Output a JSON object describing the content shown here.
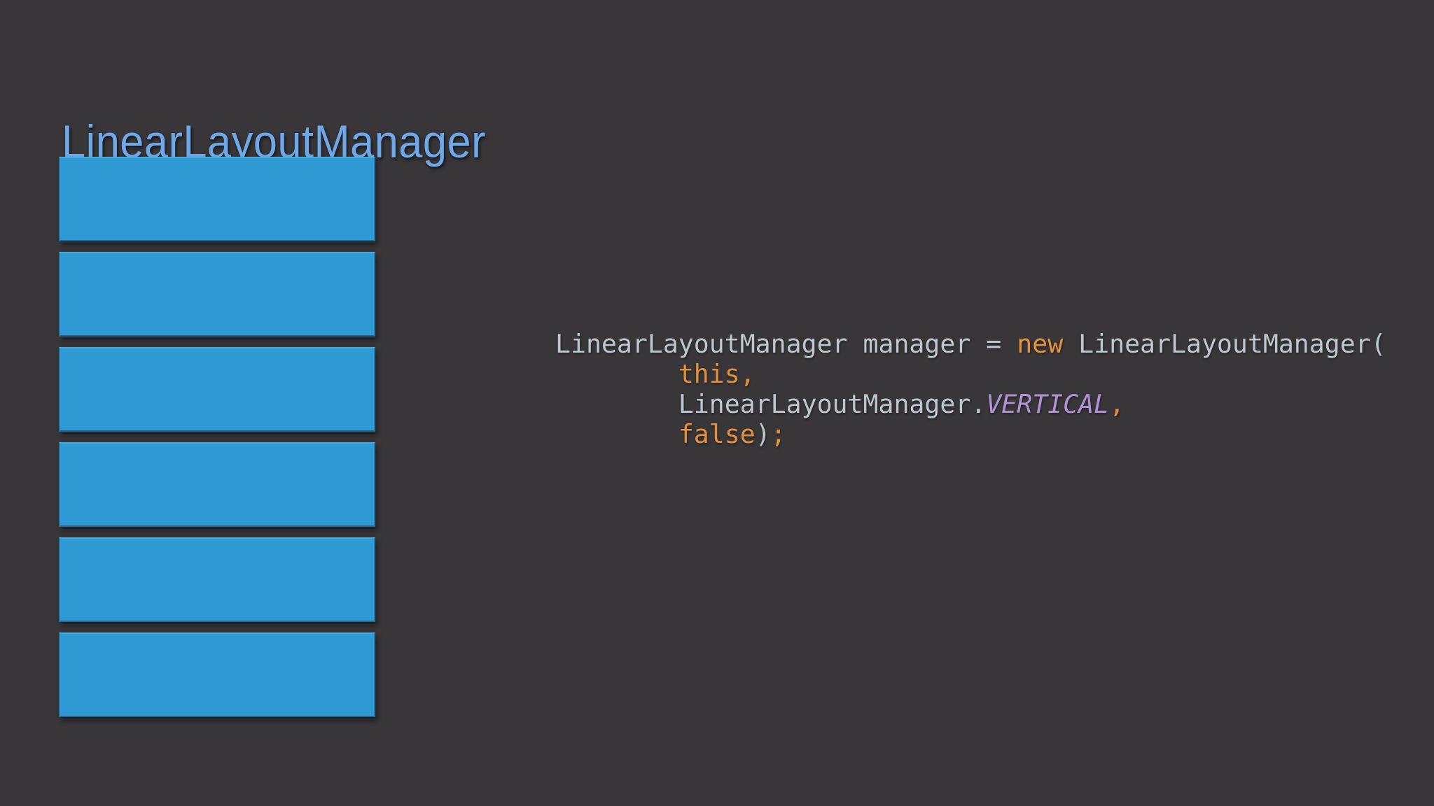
{
  "slide": {
    "title": "LinearLayoutManager",
    "colors": {
      "background": "#383638",
      "title_text": "#6FA8E8",
      "list_item_fill": "#2E99D3",
      "list_item_border": "#2479A9",
      "code_plain": "#BDC7CE",
      "code_keyword_orange": "#E2913E",
      "code_constant_purple": "#B193D5"
    },
    "list": {
      "orientation": "vertical",
      "item_count": 6
    },
    "code": {
      "language": "java",
      "lines": [
        {
          "segments": [
            {
              "text": "LinearLayoutManager manager = ",
              "type": "plain"
            },
            {
              "text": "new",
              "type": "keyword"
            },
            {
              "text": " LinearLayoutManager(",
              "type": "plain"
            }
          ]
        },
        {
          "segments": [
            {
              "text": "        ",
              "type": "plain"
            },
            {
              "text": "this",
              "type": "keyword"
            },
            {
              "text": ",",
              "type": "keyword"
            }
          ]
        },
        {
          "segments": [
            {
              "text": "        ",
              "type": "plain"
            },
            {
              "text": "LinearLayoutManager.",
              "type": "plain"
            },
            {
              "text": "VERTICAL",
              "type": "constant"
            },
            {
              "text": ",",
              "type": "keyword"
            }
          ]
        },
        {
          "segments": [
            {
              "text": "        ",
              "type": "plain"
            },
            {
              "text": "false",
              "type": "keyword"
            },
            {
              "text": ")",
              "type": "plain"
            },
            {
              "text": ";",
              "type": "keyword"
            }
          ]
        }
      ]
    }
  }
}
